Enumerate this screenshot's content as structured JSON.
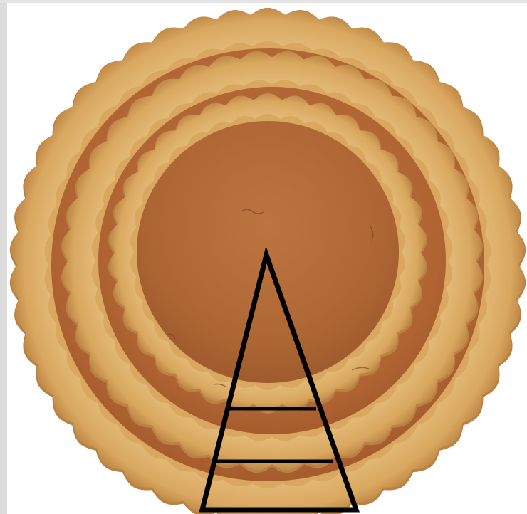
{
  "image": {
    "subject": "three-nested-pumpkin-pies-with-triangle-overlay",
    "colors": {
      "background": "#ffffff",
      "crust_light": "#e3b977",
      "crust_mid": "#d9a75f",
      "crust_shadow": "#b98245",
      "filling_outer": "#b66a35",
      "filling_mid": "#b06432",
      "filling_inner": "#ad6535",
      "filling_highlight": "#bd7540",
      "crack": "#7a3e1c",
      "outline": "#000000"
    },
    "pies": [
      {
        "name": "large-pie"
      },
      {
        "name": "medium-pie"
      },
      {
        "name": "small-pie"
      }
    ],
    "overlay": {
      "shape": "triangle",
      "divisions": 2
    }
  }
}
